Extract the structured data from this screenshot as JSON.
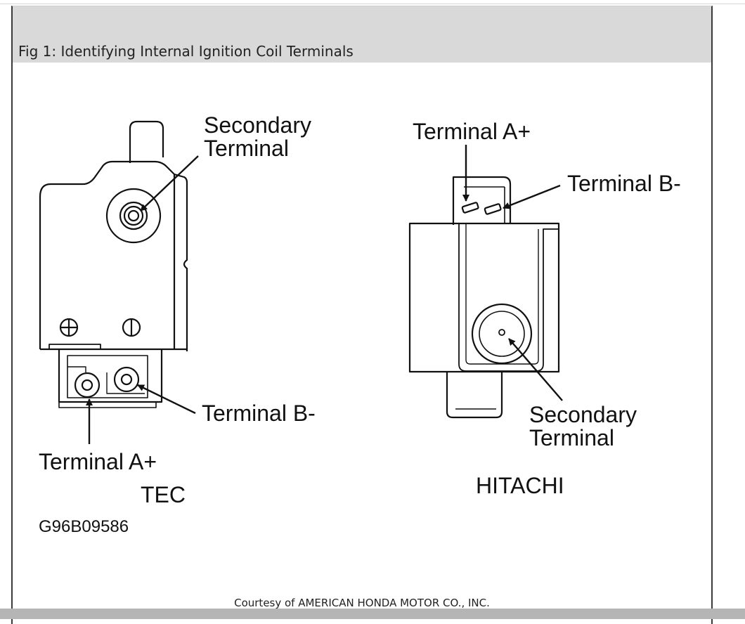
{
  "caption": "Fig 1: Identifying Internal Ignition Coil Terminals",
  "tec": {
    "model_label": "TEC",
    "secondary_label_line1": "Secondary",
    "secondary_label_line2": "Terminal",
    "terminal_a_label": "Terminal A+",
    "terminal_b_label": "Terminal B-",
    "figure_code": "G96B09586"
  },
  "hitachi": {
    "model_label": "HITACHI",
    "terminal_a_label": "Terminal A+",
    "terminal_b_label": "Terminal B-",
    "secondary_label_line1": "Secondary",
    "secondary_label_line2": "Terminal"
  },
  "courtesy": "Courtesy of AMERICAN HONDA MOTOR CO., INC."
}
